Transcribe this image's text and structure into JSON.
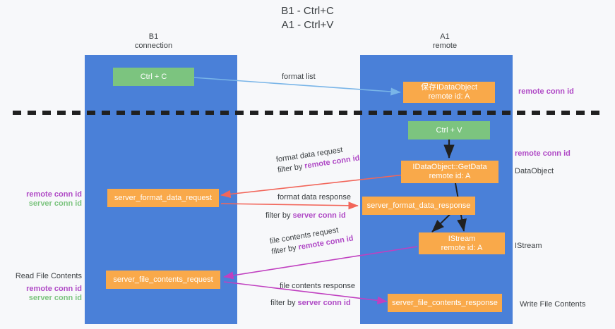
{
  "title": "B1 - Ctrl+C\nA1 - Ctrl+V",
  "lanes": [
    {
      "name": "b1",
      "header": "B1\nconnection"
    },
    {
      "name": "a1",
      "header": "A1\nremote"
    }
  ],
  "boxes": {
    "ctrl_c": "Ctrl + C",
    "ctrl_v": "Ctrl + V",
    "idataobject_store": "保存IDataObject\nremote id: A",
    "idataobject_getdata": "IDataObject::GetData\nremote id: A",
    "server_format_data_request": "server_format_data_request",
    "server_format_data_response": "server_format_data_response",
    "istream": "IStream\nremote id: A",
    "server_file_contents_request": "server_file_contents_request",
    "server_file_contents_response": "server_file_contents_response"
  },
  "edge_labels": {
    "format_list": "format list",
    "format_data_request": "format data request",
    "format_data_request_filter_prefix": "filter by ",
    "format_data_request_filter_value": "remote conn id",
    "format_data_response": "format data response",
    "format_data_response_filter_prefix": "filter by ",
    "format_data_response_filter_value": "server conn id",
    "file_contents_request": "file contents request",
    "file_contents_request_filter_prefix": "filter by ",
    "file_contents_request_filter_value": "remote conn id",
    "file_contents_response": "file contents response",
    "file_contents_response_filter_prefix": "filter by ",
    "file_contents_response_filter_value": "server conn id"
  },
  "side_labels": {
    "right_remote_conn_id_top": "remote conn id",
    "right_remote_conn_id_mid": "remote conn id",
    "right_dataobject": "DataObject",
    "right_istream": "IStream",
    "right_write_file_contents": "Write File Contents",
    "left_remote_conn_id_mid": "remote conn id",
    "left_server_conn_id_mid": "server conn id",
    "left_read_file_contents": "Read File Contents",
    "left_remote_conn_id_bottom": "remote conn id",
    "left_server_conn_id_bottom": "server conn id"
  },
  "colors": {
    "lane": "#4a80d8",
    "green": "#7cc47f",
    "orange": "#f9a94a",
    "purple": "#b04bc6",
    "blue_arrow": "#79b5e8",
    "red_arrow": "#f2665a",
    "magenta_arrow": "#c040c0",
    "black": "#202020",
    "background": "#f7f8fa"
  }
}
